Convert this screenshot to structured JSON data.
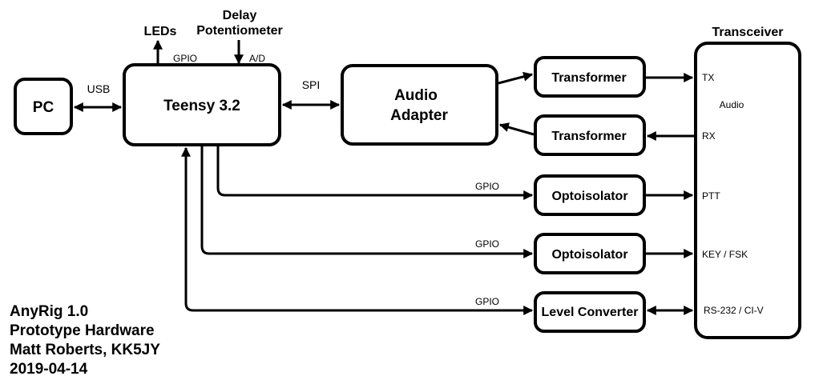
{
  "blocks": {
    "pc": "PC",
    "teensy": "Teensy 3.2",
    "audio_adapter": [
      "Audio",
      "Adapter"
    ],
    "transformer_tx": "Transformer",
    "transformer_rx": "Transformer",
    "optoisolator_ptt": "Optoisolator",
    "optoisolator_key": "Optoisolator",
    "level_converter": "Level Converter",
    "transceiver_title": "Transceiver",
    "transceiver_audio": "Audio"
  },
  "inputs": {
    "leds": "LEDs",
    "delay_pot": [
      "Delay",
      "Potentiometer"
    ]
  },
  "labels": {
    "usb": "USB",
    "spi": "SPI",
    "gpio_leds": "GPIO",
    "ad": "A/D",
    "gpio_ptt": "GPIO",
    "gpio_key": "GPIO",
    "gpio_level": "GPIO"
  },
  "ports": {
    "tx": "TX",
    "rx": "RX",
    "ptt": "PTT",
    "key": "KEY / FSK",
    "rs232": "RS-232 / CI-V"
  },
  "caption": [
    "AnyRig 1.0",
    "Prototype Hardware",
    "Matt Roberts, KK5JY",
    "2019-04-14"
  ]
}
